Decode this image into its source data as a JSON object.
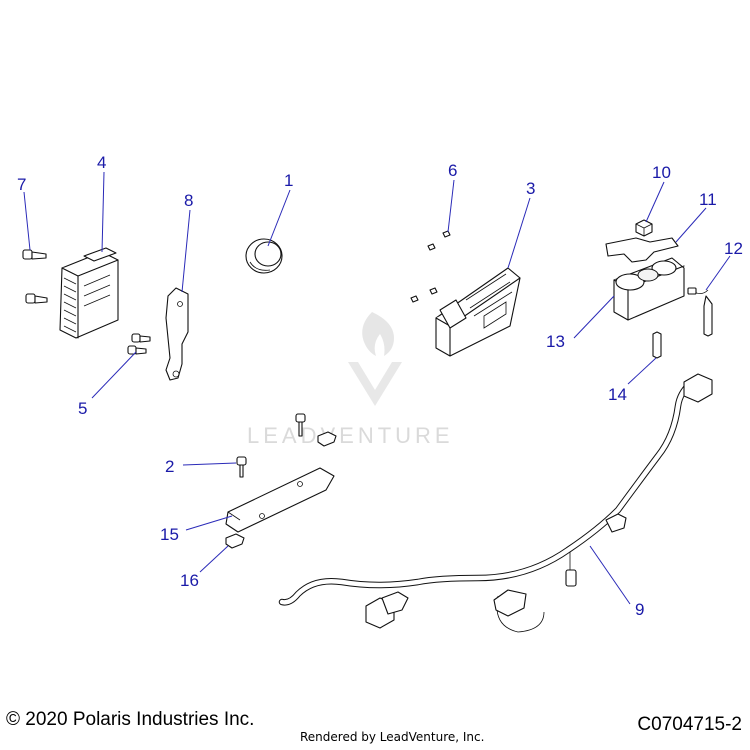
{
  "callouts": [
    {
      "label": "1"
    },
    {
      "label": "2"
    },
    {
      "label": "3"
    },
    {
      "label": "4"
    },
    {
      "label": "5"
    },
    {
      "label": "6"
    },
    {
      "label": "7"
    },
    {
      "label": "8"
    },
    {
      "label": "9"
    },
    {
      "label": "10"
    },
    {
      "label": "11"
    },
    {
      "label": "12"
    },
    {
      "label": "13"
    },
    {
      "label": "14"
    },
    {
      "label": "15"
    },
    {
      "label": "16"
    }
  ],
  "watermark": {
    "text": "LEADVENTURE",
    "color": "#d6d6d6"
  },
  "footer": {
    "copyright": "© 2020 Polaris Industries Inc.",
    "rendered_by": "Rendered by LeadVenture, Inc.",
    "figure_code": "C0704715-2"
  },
  "colors": {
    "callout": "#1a1aa8",
    "line_art": "#111111",
    "background": "#ffffff"
  }
}
